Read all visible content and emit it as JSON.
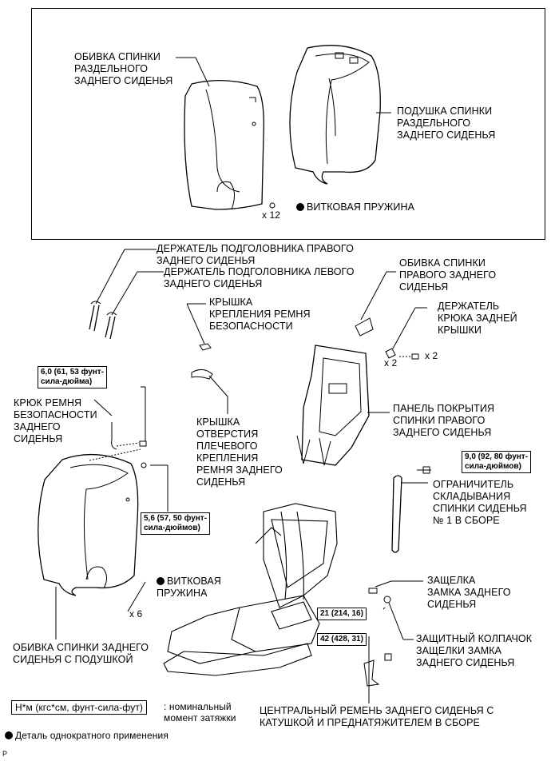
{
  "labels": {
    "split_rear_back_cover": "ОБИВКА СПИНКИ\nРАЗДЕЛЬНОГО\nЗАДНЕГО СИДЕНЬЯ",
    "split_rear_back_pad": "ПОДУШКА СПИНКИ\nРАЗДЕЛЬНОГО\nЗАДНЕГО СИДЕНЬЯ",
    "coil_spring_top": "ВИТКОВАЯ ПРУЖИНА",
    "qty_x12": "x 12",
    "rh_headrest_holder": "ДЕРЖАТЕЛЬ ПОДГОЛОВНИКА ПРАВОГО\nЗАДНЕГО СИДЕНЬЯ",
    "lh_headrest_holder": "ДЕРЖАТЕЛЬ ПОДГОЛОВНИКА ЛЕВОГО\nЗАДНЕГО СИДЕНЬЯ",
    "belt_anchor_cover": "КРЫШКА\nКРЕПЛЕНИЯ РЕМНЯ\nБЕЗОПАСНОСТИ",
    "rh_rear_back_cover": "ОБИВКА СПИНКИ\nПРАВОГО ЗАДНЕГО\nСИДЕНЬЯ",
    "rear_hook_holder": "ДЕРЖАТЕЛЬ\nКРЮКА ЗАДНЕЙ\nКРЫШКИ",
    "qty_x2_a": "x 2",
    "qty_x2_b": "x 2",
    "belt_hook": "КРЮК РЕМНЯ\nБЕЗОПАСНОСТИ\nЗАДНЕГО\nСИДЕНЬЯ",
    "shoulder_belt_cover": "КРЫШКА\nОТВЕРСТИЯ\nПЛЕЧЕВОГО\nКРЕПЛЕНИЯ\nРЕМНЯ ЗАДНЕГО\nСИДЕНЬЯ",
    "rh_back_board": "ПАНЕЛЬ ПОКРЫТИЯ\nСПИНКИ ПРАВОГО\nЗАДНЕГО СИДЕНЬЯ",
    "fold_stopper": "ОГРАНИЧИТЕЛЬ\nСКЛАДЫВАНИЯ\nСПИНКИ СИДЕНЬЯ\n№ 1 В СБОРЕ",
    "coil_spring_bottom": "ВИТКОВАЯ\nПРУЖИНА",
    "qty_x6": "x 6",
    "back_cover_with_pad": "ОБИВКА СПИНКИ ЗАДНЕГО\nСИДЕНЬЯ С ПОДУШКОЙ",
    "lock_striker": "ЗАЩЕЛКА\nЗАМКА ЗАДНЕГО\nСИДЕНЬЯ",
    "striker_cap": "ЗАЩИТНЫЙ КОЛПАЧОК\nЗАЩЕЛКИ ЗАМКА\nЗАДНЕГО СИДЕНЬЯ",
    "center_belt": "ЦЕНТРАЛЬНЫЙ РЕМЕНЬ ЗАДНЕГО СИДЕНЬЯ С\nКАТУШКОЙ И ПРЕДНАТЯЖИТЕЛЕМ В СБОРЕ"
  },
  "torques": {
    "t1": "6,0 (61, 53 фунт-\nсила-дюйма)",
    "t2": "5,6 (57, 50 фунт-\nсила-дюймов)",
    "t3": "9,0 (92, 80 фунт-\nсила-дюймов)",
    "t4": "21 (214, 16)",
    "t5": "42 (428, 31)"
  },
  "legend": {
    "unit_box": "Н*м (кгс*см, фунт-сила-фут)",
    "unit_desc": ": номинальный\nмомент затяжки",
    "non_reusable": "Деталь однократного применения"
  },
  "corner_mark": "P"
}
